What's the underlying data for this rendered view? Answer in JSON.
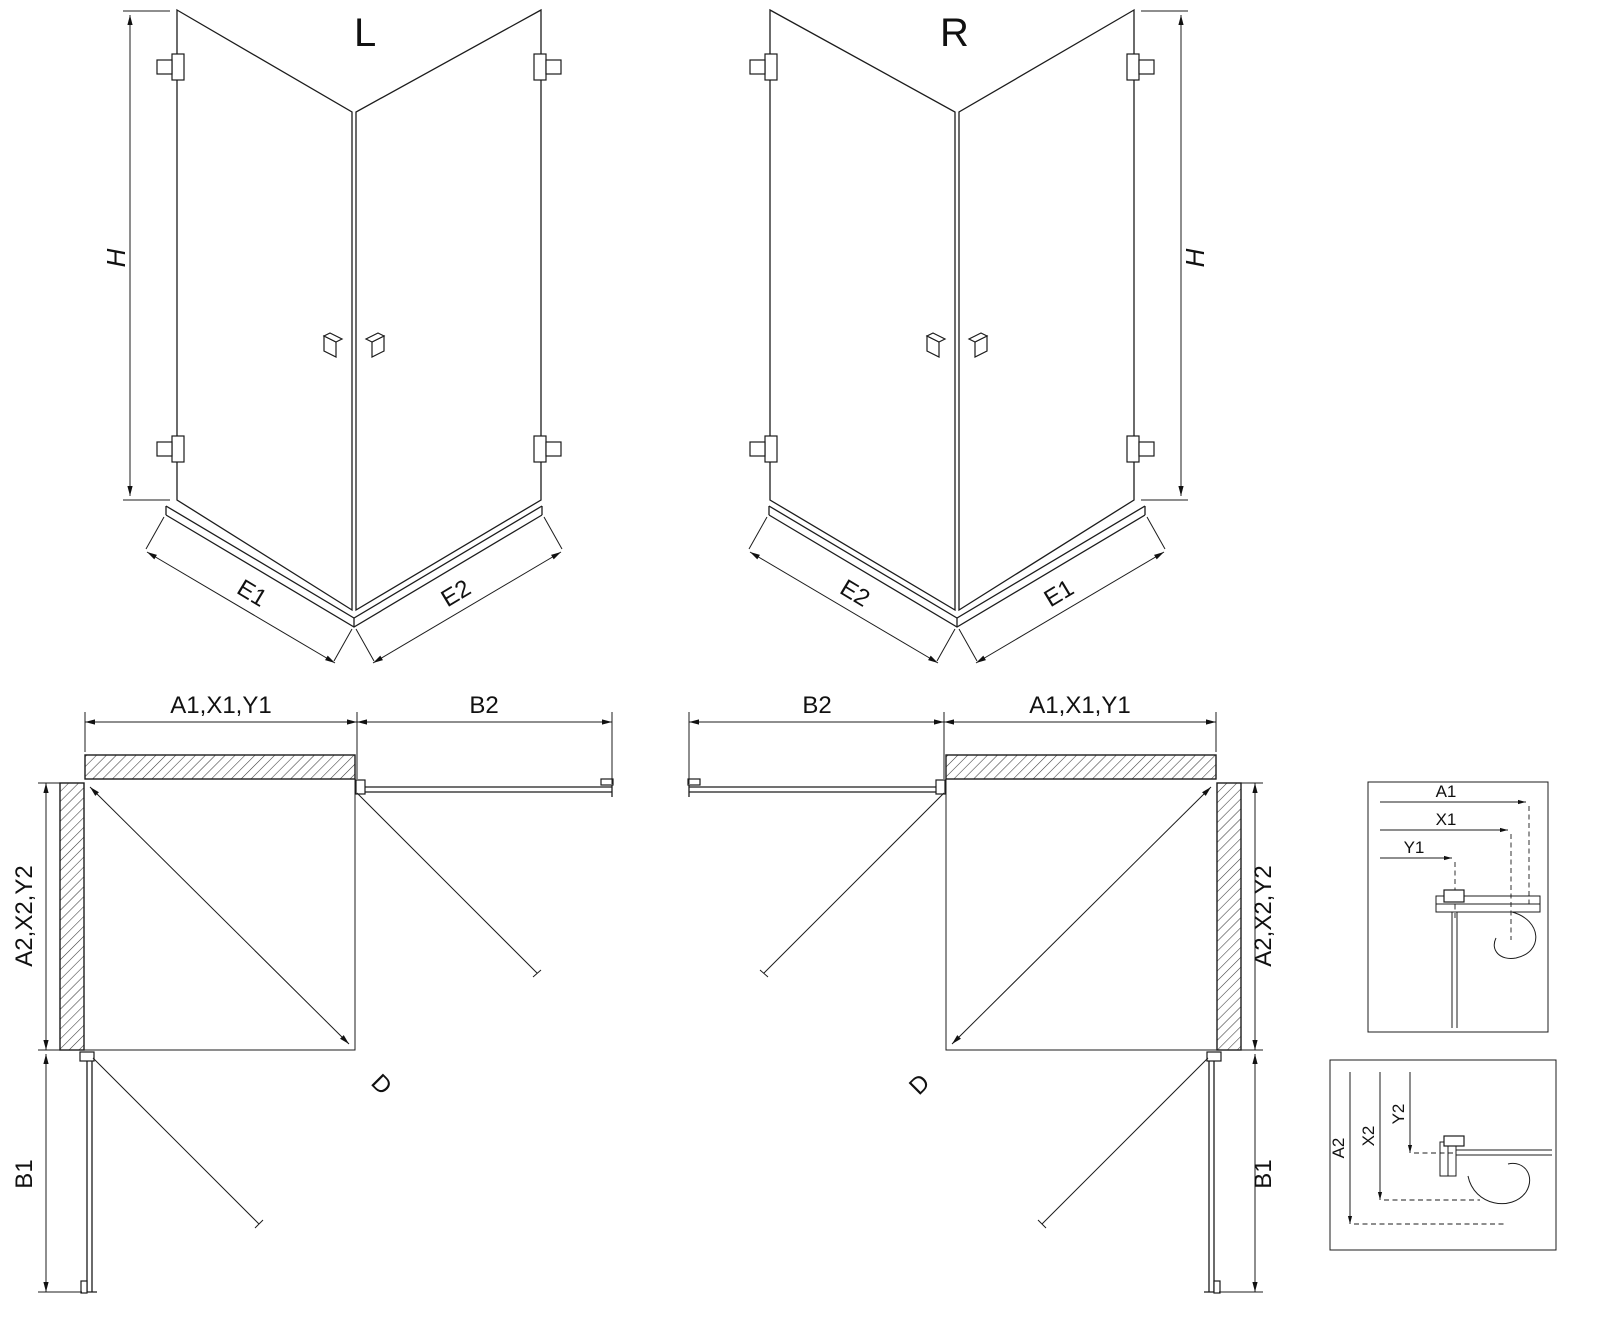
{
  "perspective_left": {
    "variant": "L",
    "dim_height": "H",
    "dim_e1": "E1",
    "dim_e2": "E2"
  },
  "perspective_right": {
    "variant": "R",
    "dim_height": "H",
    "dim_e1": "E1",
    "dim_e2": "E2"
  },
  "plan_left": {
    "dim_top_wall": "A1,X1,Y1",
    "dim_top_door": "B2",
    "dim_side_wall": "A2,X2,Y2",
    "dim_side_door": "B1",
    "dim_diagonal": "D"
  },
  "plan_right": {
    "dim_top_wall": "A1,X1,Y1",
    "dim_top_door": "B2",
    "dim_side_wall": "A2,X2,Y2",
    "dim_side_door": "B1",
    "dim_diagonal": "D"
  },
  "detail_top": {
    "dim_a1": "A1",
    "dim_x1": "X1",
    "dim_y1": "Y1"
  },
  "detail_bottom": {
    "dim_a2": "A2",
    "dim_x2": "X2",
    "dim_y2": "Y2"
  }
}
